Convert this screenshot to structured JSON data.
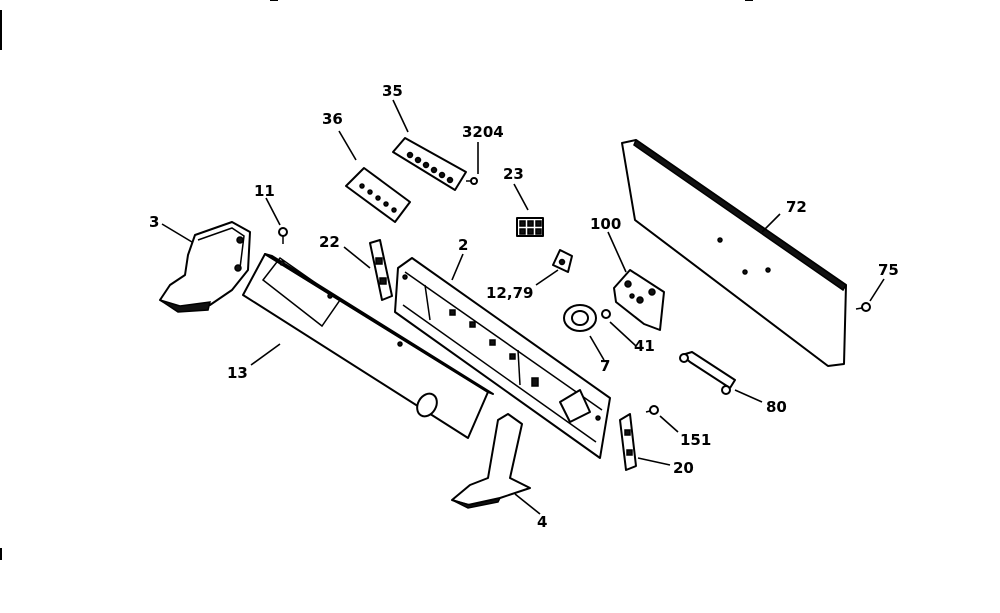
{
  "labels": {
    "p3": "3",
    "p11": "11",
    "p36": "36",
    "p35": "35",
    "p3204": "3204",
    "p23": "23",
    "p22": "22",
    "p2": "2",
    "p12_79": "12,79",
    "p100": "100",
    "p72": "72",
    "p75": "75",
    "p13": "13",
    "p7": "7",
    "p41": "41",
    "p80": "80",
    "p151": "151",
    "p20": "20",
    "p4": "4"
  }
}
